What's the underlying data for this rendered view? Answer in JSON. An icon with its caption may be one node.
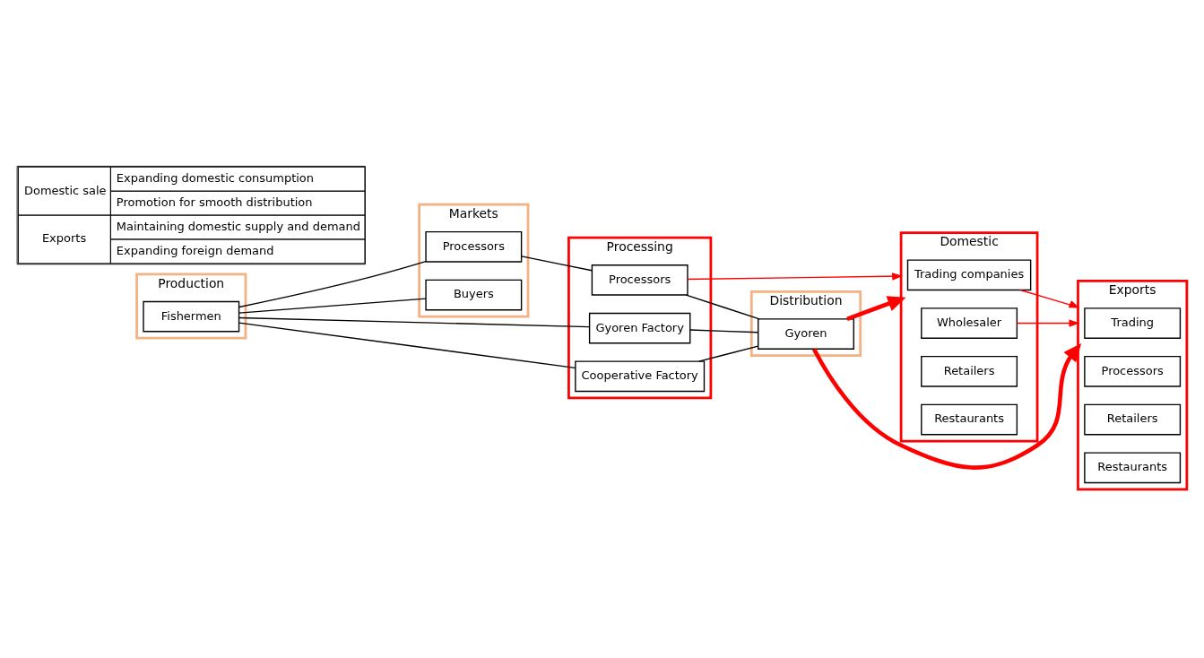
{
  "diagram": {
    "nodes": [
      {
        "text": [
          "Production"
        ]
      },
      {
        "text": [
          "Fishermen"
        ],
        "in": 0
      },
      {
        "text": [
          "Markets"
        ]
      },
      {
        "text": [
          "Processors"
        ],
        "in": 2
      },
      {
        "text": [
          "Buyers"
        ],
        "in": 2
      },
      {
        "text": [
          "Processing"
        ]
      },
      {
        "text": [
          "Gyoren Factory"
        ],
        "in": 5
      },
      {
        "text": [
          "Cooperative Factory"
        ],
        "in": 5
      },
      {
        "text": [
          "Processors"
        ],
        "in": 5
      },
      {
        "text": [
          "Distribution"
        ]
      },
      {
        "text": [
          "Gyoren"
        ],
        "in": 9
      },
      {
        "text": [
          "Domestic"
        ]
      },
      {
        "text": [
          "Trading companies"
        ],
        "in": 11
      },
      {
        "text": [
          "Wholesaler"
        ],
        "in": 11
      },
      {
        "text": [
          "Retailers"
        ],
        "in": 11
      },
      {
        "text": [
          "Restaurants"
        ],
        "in": 11
      },
      {
        "text": [
          "Exports"
        ]
      },
      {
        "text": [
          "Trading"
        ],
        "in": 16
      },
      {
        "text": [
          "Processors"
        ],
        "in": 16
      },
      {
        "text": [
          "Retailers"
        ],
        "in": 16
      },
      {
        "text": [
          "Restaurants"
        ],
        "in": 16
      }
    ],
    "edges": [
      {
        "from": 1,
        "to": 6,
        "arrow": "none"
      },
      {
        "from": 1,
        "to": 7,
        "arrow": "none"
      },
      {
        "from": 1,
        "to": 3,
        "arrow": "none"
      },
      {
        "from": 1,
        "to": 4,
        "arrow": "none"
      },
      {
        "from": 3,
        "to": 8,
        "arrow": "none"
      },
      {
        "from": 6,
        "to": 10,
        "arrow": "none"
      },
      {
        "from": 7,
        "to": 10,
        "arrow": "none"
      },
      {
        "from": 8,
        "to": 10,
        "arrow": "none"
      },
      {
        "from": 8,
        "to": 11,
        "arrow": "to",
        "color": "#ff0000"
      },
      {
        "from": 10,
        "to": 11,
        "arrow": "to",
        "style": "thick",
        "color": "#ff0000"
      },
      {
        "from": 10,
        "to": 16,
        "arrow": "to",
        "style": "thick",
        "color": "#ff0000"
      },
      {
        "from": 12,
        "to": 16,
        "arrow": "to",
        "color": "#ff0000"
      },
      {
        "from": 13,
        "to": 16,
        "arrow": "to",
        "color": "#ff0000"
      }
    ],
    "labels": [
      "Domestic sale",
      "Expanding domestic consumption",
      "Promotion for smooth distribution",
      "Exports",
      "Maintaining domestic supply and demand",
      "Expanding foreign demand"
    ]
  }
}
